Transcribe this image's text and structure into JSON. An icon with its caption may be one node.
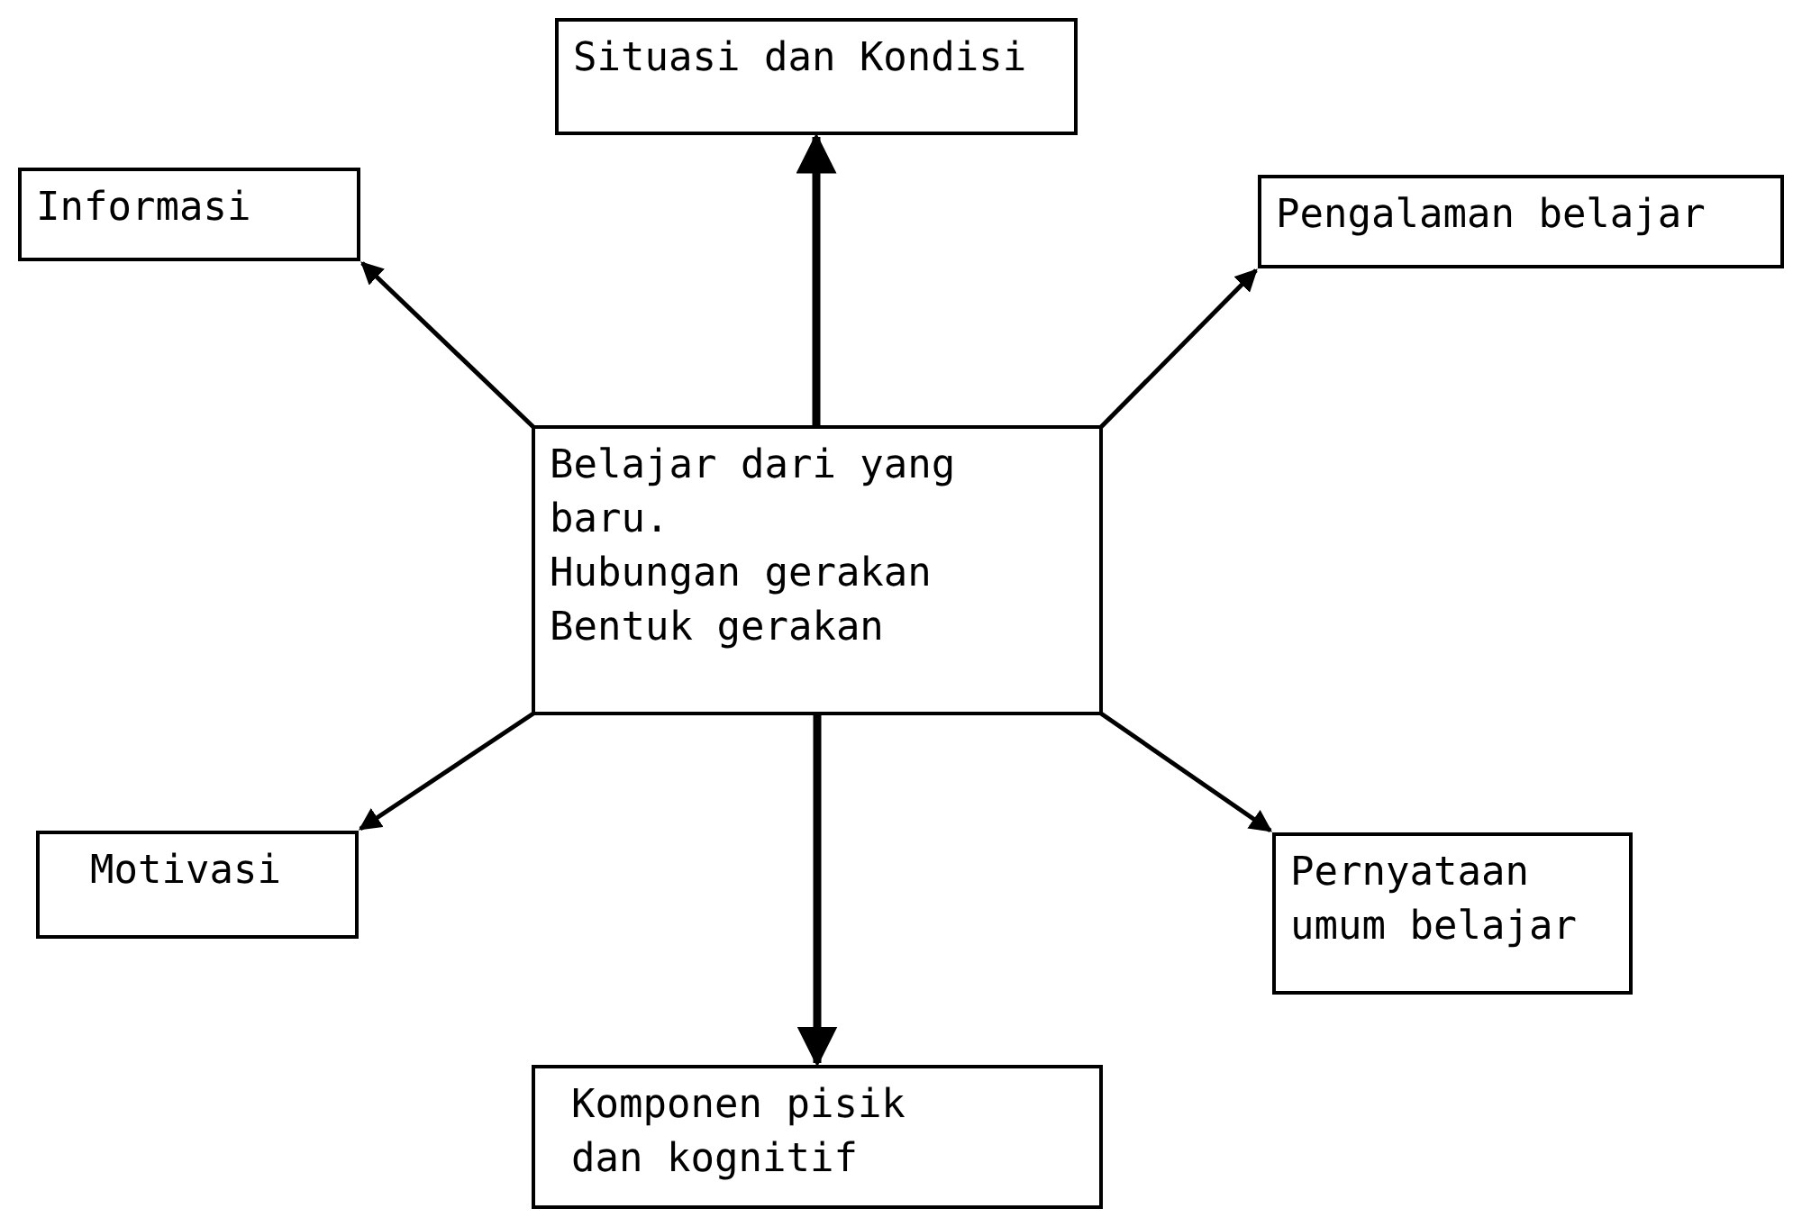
{
  "diagram": {
    "nodes": [
      {
        "text": [
          "Situasi dan Kondisi"
        ]
      },
      {
        "text": [
          "Informasi"
        ]
      },
      {
        "text": [
          "Pengalaman belajar"
        ]
      },
      {
        "text": [
          "Belajar dari yang baru.",
          "Hubungan gerakan",
          "Bentuk gerakan"
        ]
      },
      {
        "text": [
          "Motivasi"
        ]
      },
      {
        "text": [
          "Pernyataan umum belajar"
        ]
      },
      {
        "text": [
          "Komponen pisik dan kognitif"
        ]
      }
    ],
    "edges": [
      {
        "from": 3,
        "to": 0,
        "arrow": "to",
        "style": "thick"
      },
      {
        "from": 3,
        "to": 1,
        "arrow": "to"
      },
      {
        "from": 3,
        "to": 2,
        "arrow": "to"
      },
      {
        "from": 3,
        "to": 4,
        "arrow": "to"
      },
      {
        "from": 3,
        "to": 5,
        "arrow": "to"
      },
      {
        "from": 3,
        "to": 6,
        "arrow": "to",
        "style": "thick"
      }
    ]
  }
}
